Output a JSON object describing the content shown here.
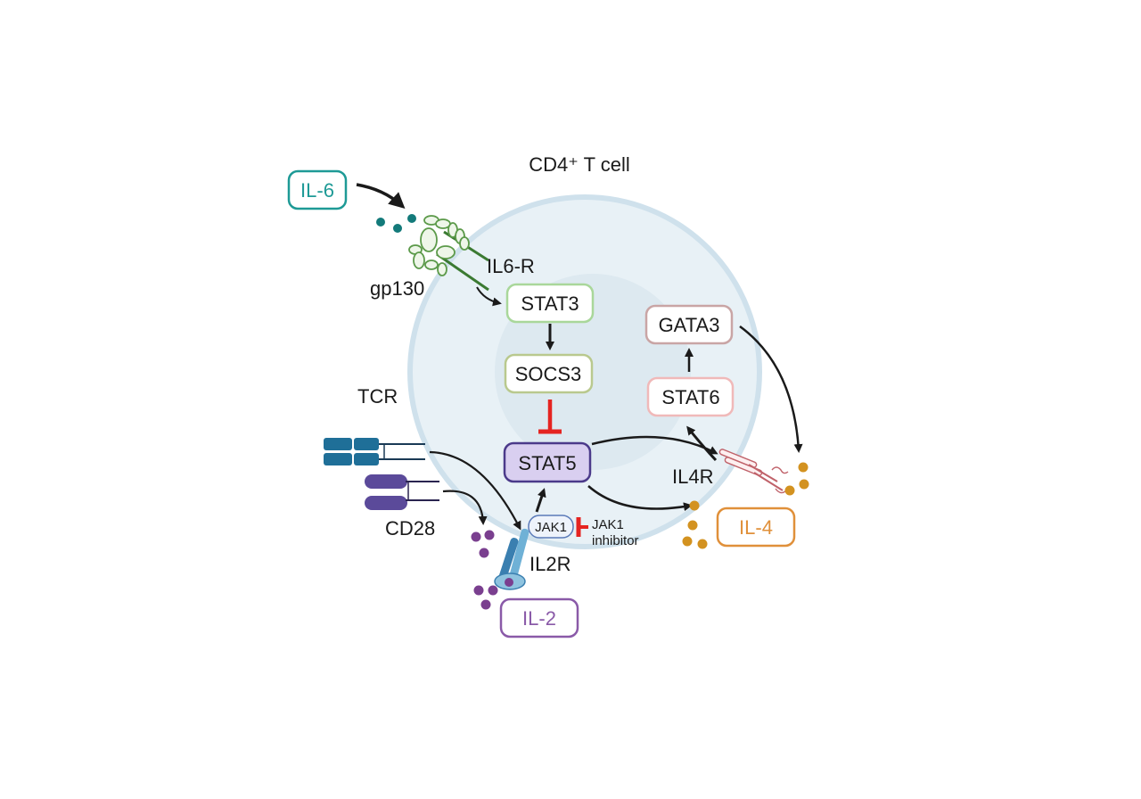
{
  "cell": {
    "title": "CD4⁺ T cell"
  },
  "nodes": {
    "il6": "IL-6",
    "il6r": "IL6-R",
    "gp130": "gp130",
    "stat3": "STAT3",
    "socs3": "SOCS3",
    "stat5": "STAT5",
    "gata3": "GATA3",
    "stat6": "STAT6",
    "il4r": "IL4R",
    "il4": "IL-4",
    "tcr": "TCR",
    "cd28": "CD28",
    "jak1": "JAK1",
    "jak1_inhibitor_line1": "JAK1",
    "jak1_inhibitor_line2": "inhibitor",
    "il2r": "IL2R",
    "il2": "IL-2"
  },
  "colors": {
    "cell_outer_fill": "#e8f1f6",
    "cell_outer_stroke": "#cfe1ec",
    "nucleus_fill": "#dde9f0",
    "il6_accent": "#1e9a96",
    "il6_dot": "#137a7a",
    "receptor_green": "#5c9a4a",
    "stat3_stroke": "#a9d79a",
    "socs3_stroke": "#b9c98e",
    "stat5_fill": "#d9cff0",
    "stat5_stroke": "#4b3a8a",
    "gata3_stroke": "#c9a5a5",
    "stat6_stroke": "#f0b9b9",
    "il4_accent": "#e0903a",
    "il4_dot": "#d39220",
    "il2_accent": "#8a5aa8",
    "il2_dot": "#7a3f8f",
    "tcr_blue": "#1f6f98",
    "cd28_purple": "#5b4a9a",
    "il2r_blue": "#3a7fb0",
    "inhibit_red": "#e52421",
    "arrow_black": "#1a1a1a"
  }
}
